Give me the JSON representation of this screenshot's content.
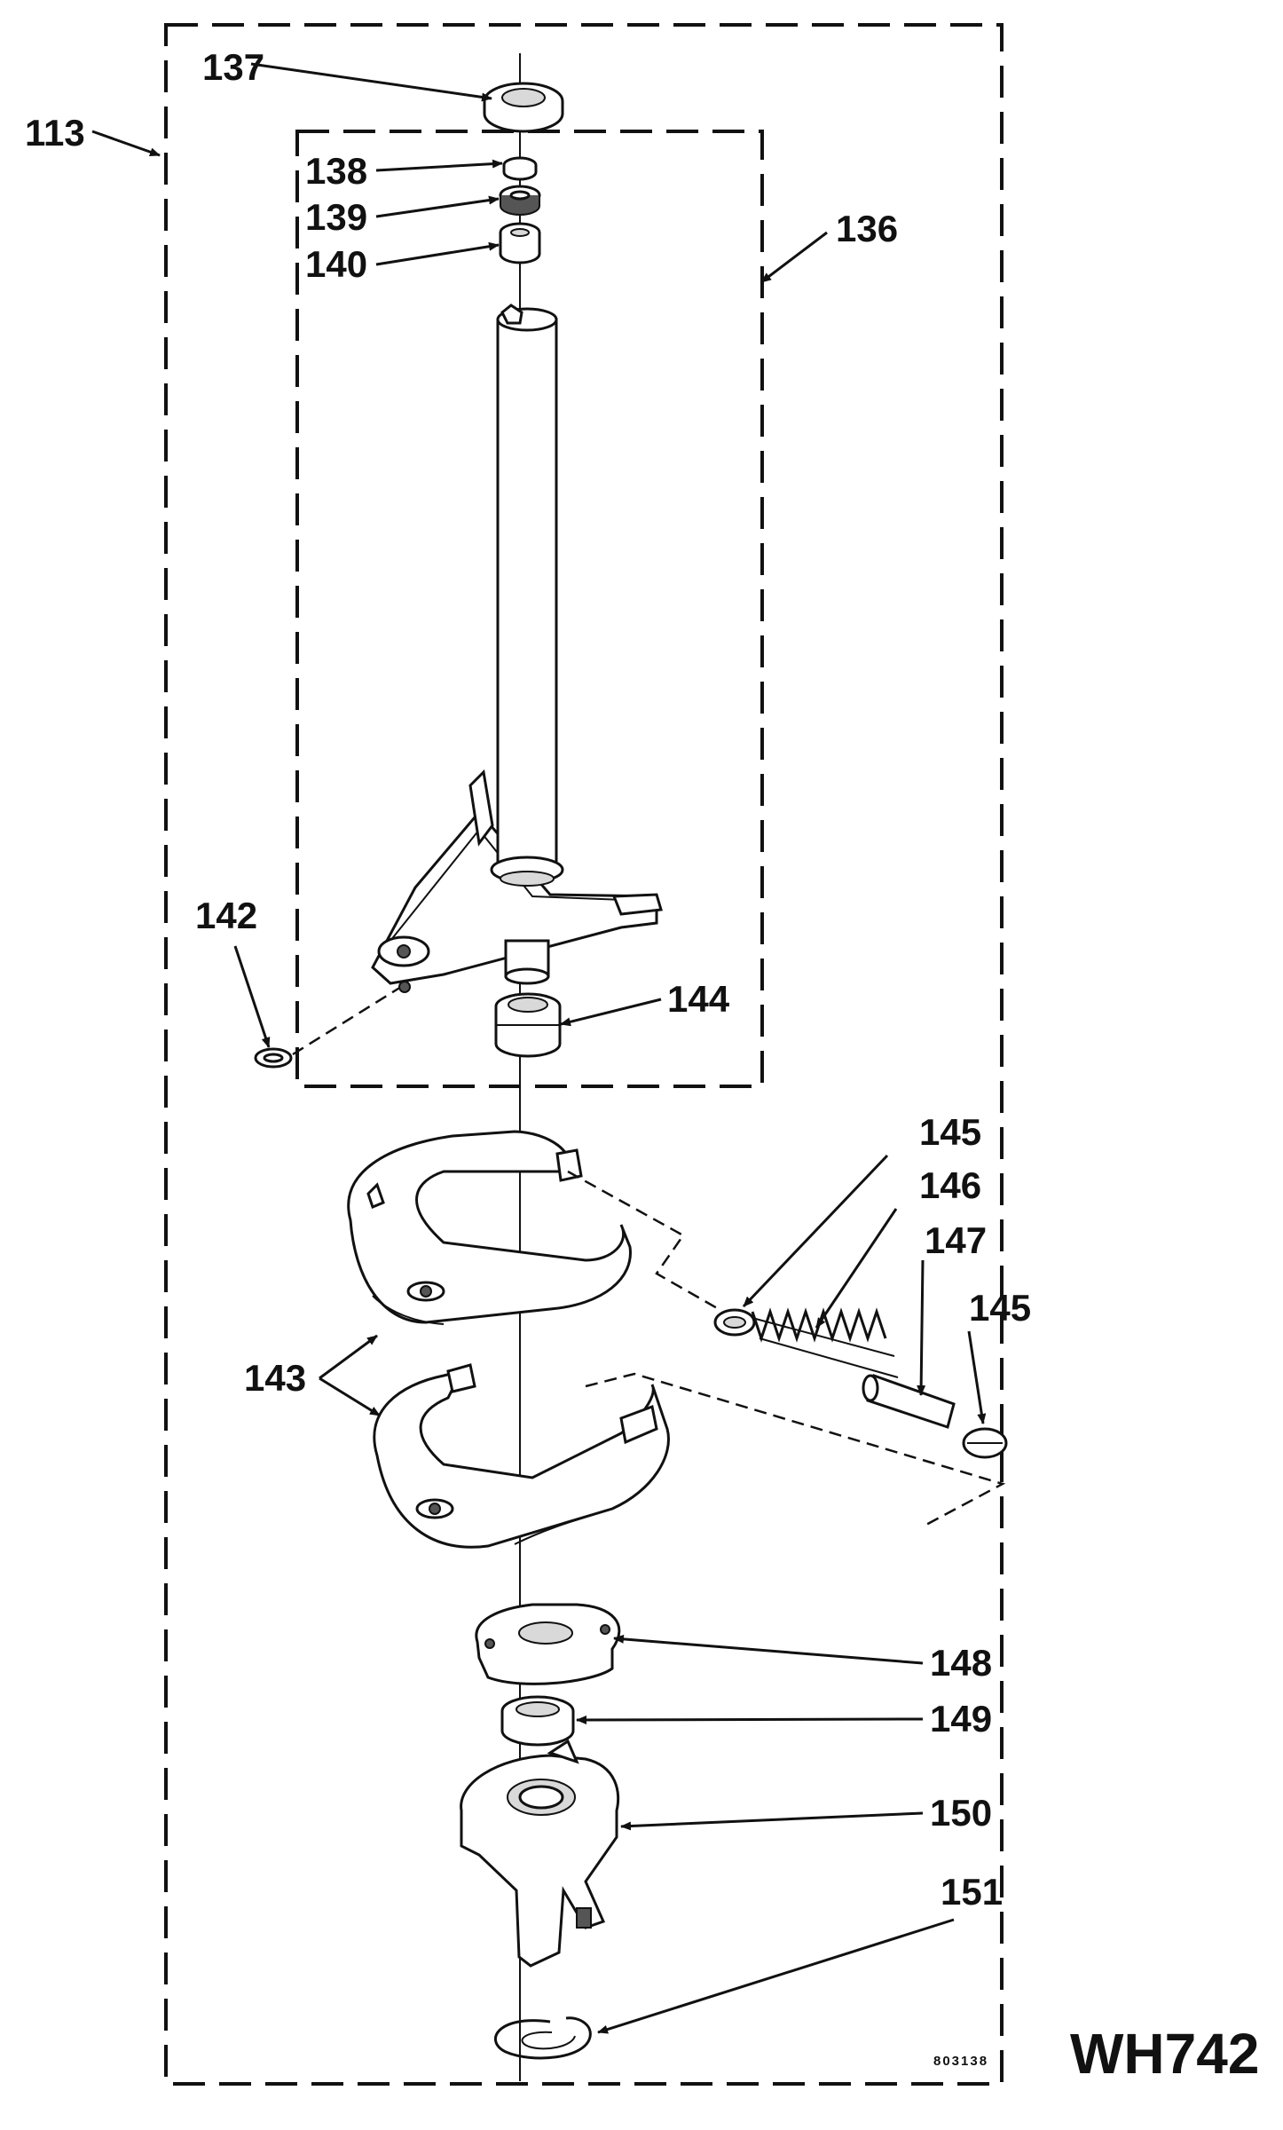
{
  "labels": {
    "l113": "113",
    "l136": "136",
    "l137": "137",
    "l138": "138",
    "l139": "139",
    "l140": "140",
    "l142": "142",
    "l143": "143",
    "l144": "144",
    "l145a": "145",
    "l146": "146",
    "l147": "147",
    "l145b": "145",
    "l148": "148",
    "l149": "149",
    "l150": "150",
    "l151": "151"
  },
  "drawing_number": "803138",
  "model": "WH742"
}
